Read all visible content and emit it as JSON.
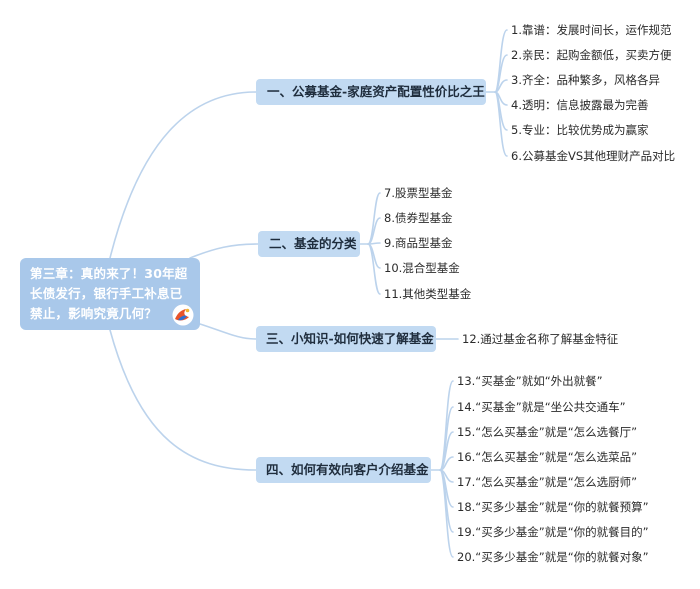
{
  "root": {
    "title": "第三章：真的来了！30年超长债发行，银行手工补息已禁止，影响究竟几何？"
  },
  "branches": [
    {
      "label": "一、公募基金-家庭资产配置性价比之王",
      "leaves": [
        "1.靠谱：发展时间长，运作规范",
        "2.亲民：起购金额低，买卖方便",
        "3.齐全：品种繁多，风格各异",
        "4.透明：信息披露最为完善",
        "5.专业：比较优势成为赢家",
        "6.公募基金VS其他理财产品对比"
      ]
    },
    {
      "label": "二、基金的分类",
      "leaves": [
        "7.股票型基金",
        "8.债券型基金",
        "9.商品型基金",
        "10.混合型基金",
        "11.其他类型基金"
      ]
    },
    {
      "label": "三、小知识-如何快速了解基金",
      "leaves": [
        "12.通过基金名称了解基金特征"
      ]
    },
    {
      "label": "四、如何有效向客户介绍基金",
      "leaves": [
        "13.“买基金”就如“外出就餐”",
        "14.“买基金”就是“坐公共交通车”",
        "15.“怎么买基金”就是“怎么选餐厅”",
        "16.“怎么买基金”就是“怎么选菜品”",
        "17.“怎么买基金”就是“怎么选厨师”",
        "18.“买多少基金”就是“你的就餐预算”",
        "19.“买多少基金”就是“你的就餐目的”",
        "20.“买多少基金”就是“你的就餐对象”"
      ]
    }
  ],
  "colors": {
    "connector": "#bcd3ec",
    "root_bg": "#a9c8ea",
    "branch_bg": "#c2daf2"
  },
  "icons": {
    "root_logo": "flame-logo-icon"
  }
}
